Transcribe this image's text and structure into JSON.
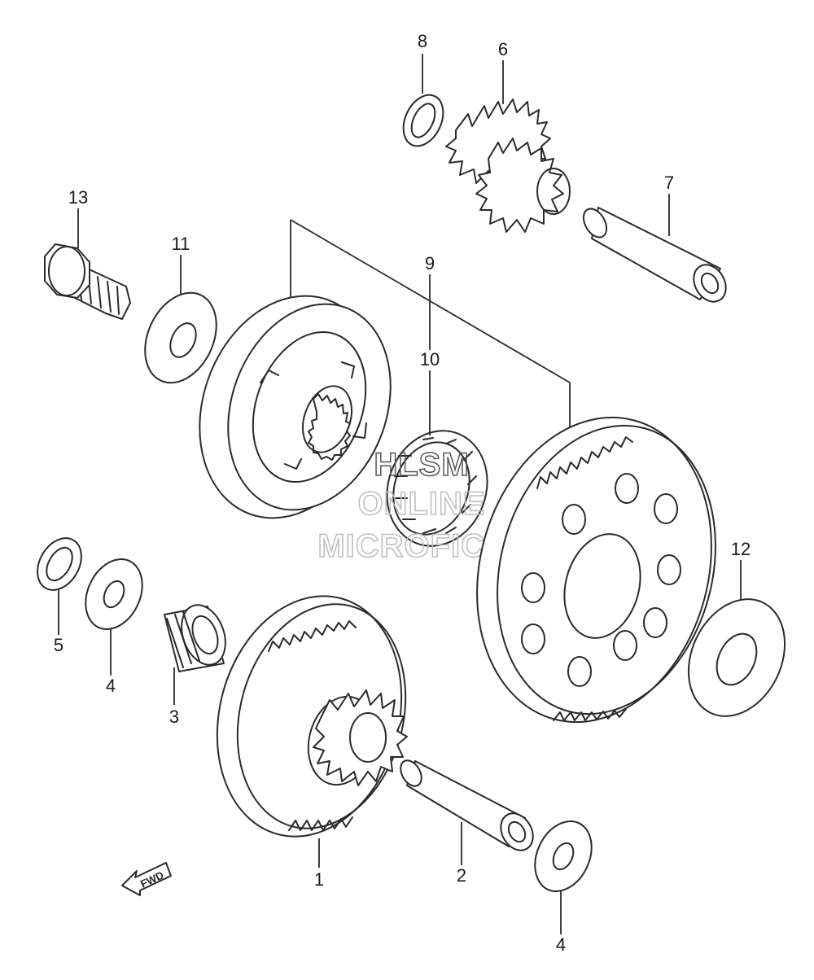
{
  "parts": [
    {
      "label": "1",
      "name": "starter idle gear no.1"
    },
    {
      "label": "2",
      "name": "idle gear shaft"
    },
    {
      "label": "3",
      "name": "needle bearing"
    },
    {
      "label": "4",
      "name": "washer"
    },
    {
      "label": "4",
      "name": "washer"
    },
    {
      "label": "5",
      "name": "wave washer"
    },
    {
      "label": "6",
      "name": "idle gear no.2"
    },
    {
      "label": "7",
      "name": "idle gear shaft"
    },
    {
      "label": "8",
      "name": "wave washer"
    },
    {
      "label": "9",
      "name": "starter clutch"
    },
    {
      "label": "10",
      "name": "roller bearing"
    },
    {
      "label": "11",
      "name": "washer"
    },
    {
      "label": "12",
      "name": "washer"
    },
    {
      "label": "13",
      "name": "bolt"
    }
  ],
  "watermark": {
    "line1": "HLSM",
    "line2": "ONLINE",
    "line3": "MICROFICHE"
  },
  "fwd_arrow": {
    "label": "FWD",
    "icon": "fwd-arrow-icon"
  },
  "colors": {
    "line": "#2a2a2a",
    "watermark": "#bdbdbd",
    "background": "#ffffff"
  }
}
